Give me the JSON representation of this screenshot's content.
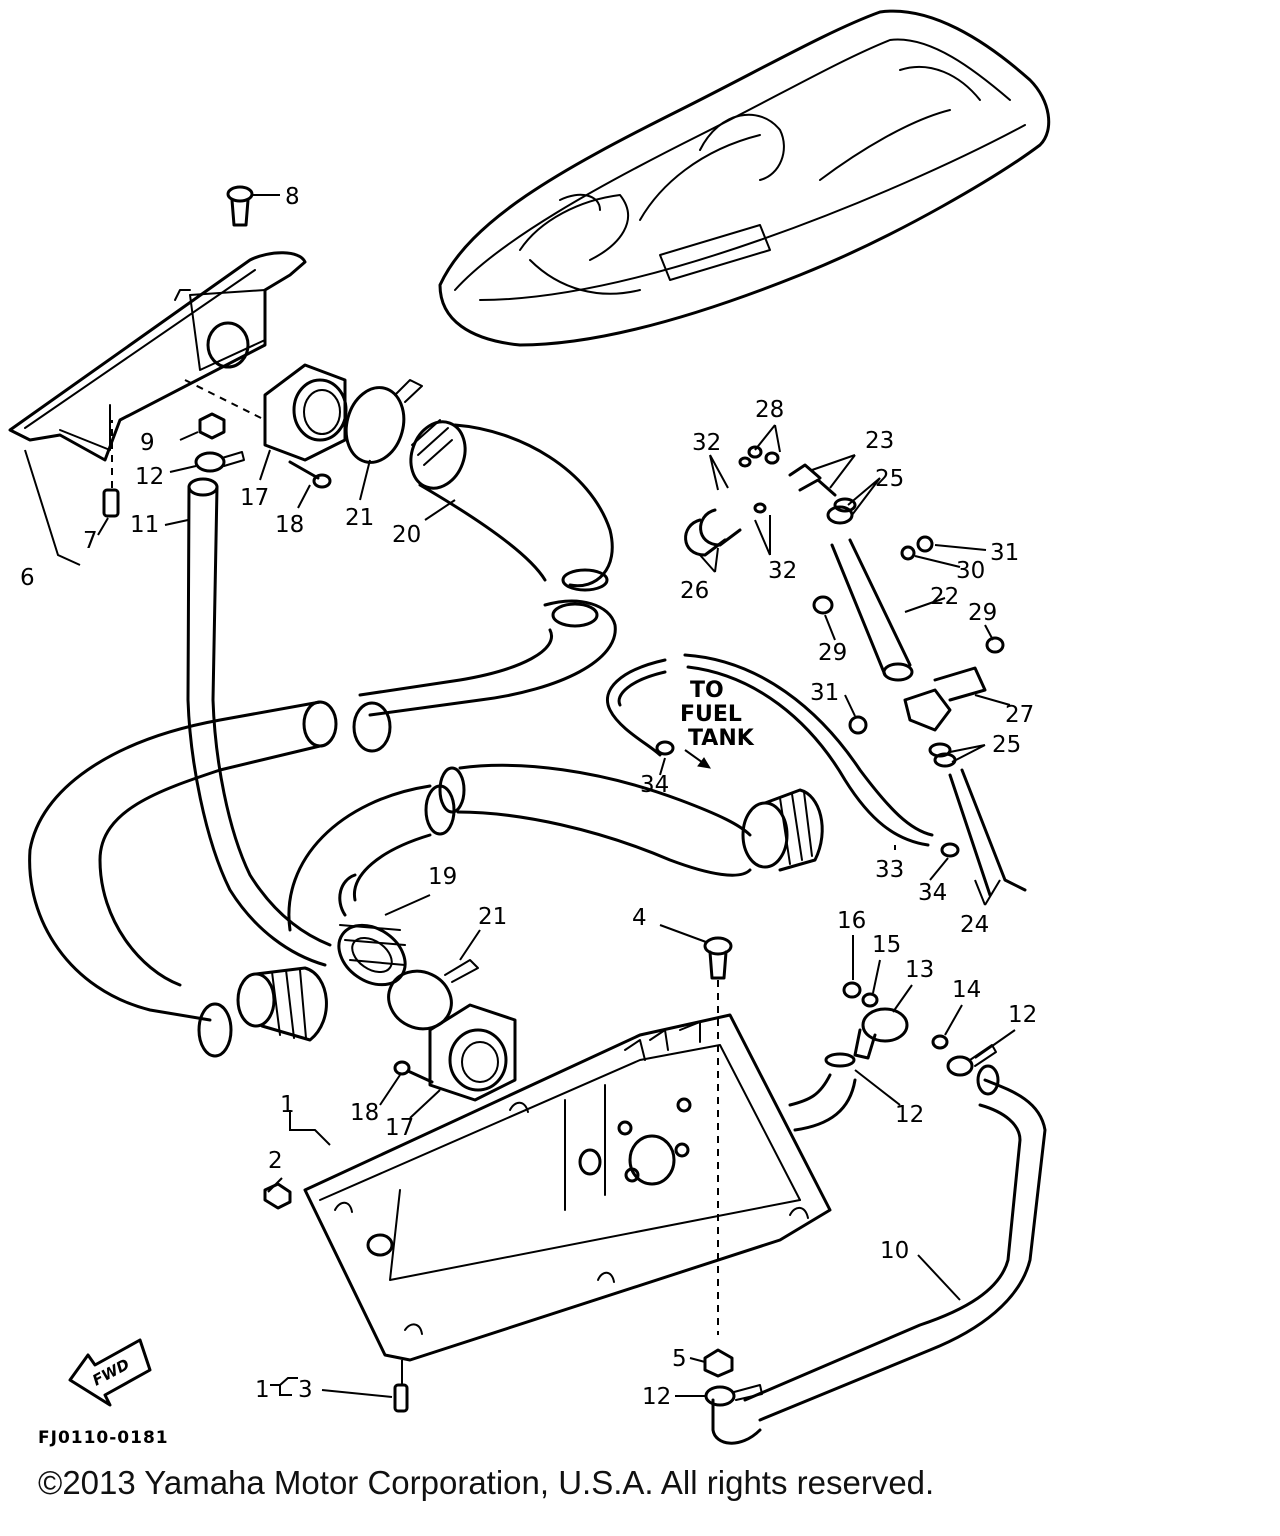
{
  "diagram": {
    "code": "FJ0110-0181",
    "copyright": "©2013 Yamaha Motor Corporation, U.S.A. All rights reserved.",
    "note": [
      "TO",
      "FUEL",
      "TANK"
    ],
    "fwd_label": "FWD",
    "callouts": {
      "c1": "1",
      "c2": "2",
      "c3": "3",
      "c4": "4",
      "c5": "5",
      "c6": "6",
      "c7": "7",
      "c8": "8",
      "c9": "9",
      "c10": "10",
      "c11": "11",
      "c12a": "12",
      "c12b": "12",
      "c12c": "12",
      "c12d": "12",
      "c13": "13",
      "c14": "14",
      "c15": "15",
      "c16": "16",
      "c17a": "17",
      "c17b": "17",
      "c18a": "18",
      "c18b": "18",
      "c19": "19",
      "c20": "20",
      "c21a": "21",
      "c21b": "21",
      "c22": "22",
      "c23": "23",
      "c24": "24",
      "c25a": "25",
      "c25b": "25",
      "c26": "26",
      "c27": "27",
      "c28": "28",
      "c29a": "29",
      "c29b": "29",
      "c30": "30",
      "c31a": "31",
      "c31b": "31",
      "c32a": "32",
      "c32b": "32",
      "c33": "33",
      "c34a": "34",
      "c34b": "34",
      "c1b": "1"
    }
  }
}
